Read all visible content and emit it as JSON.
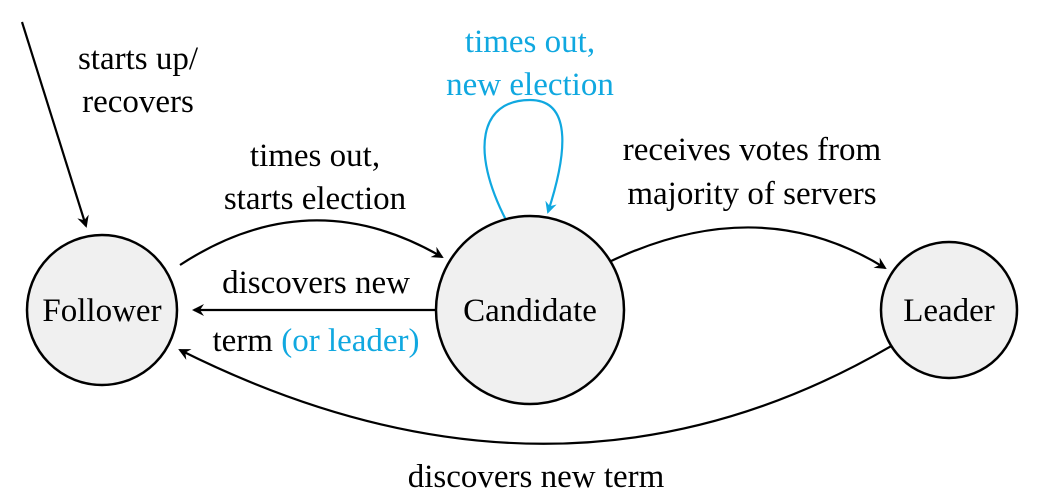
{
  "nodes": {
    "follower": "Follower",
    "candidate": "Candidate",
    "leader": "Leader"
  },
  "edges": {
    "start_line1": "starts up/",
    "start_line2": "recovers",
    "timeout_line1": "times out,",
    "timeout_line2": "starts election",
    "newelection_line1": "times out,",
    "newelection_line2": "new election",
    "votes_line1": "receives votes from",
    "votes_line2": "majority of servers",
    "discover_line1": "discovers new",
    "discover_line2_a": "term",
    "discover_line2_b": "(or leader)",
    "leader_discover": "discovers new term"
  },
  "colors": {
    "black": "#000000",
    "highlight": "#10a8e0",
    "node_fill": "#f0f0f0"
  }
}
